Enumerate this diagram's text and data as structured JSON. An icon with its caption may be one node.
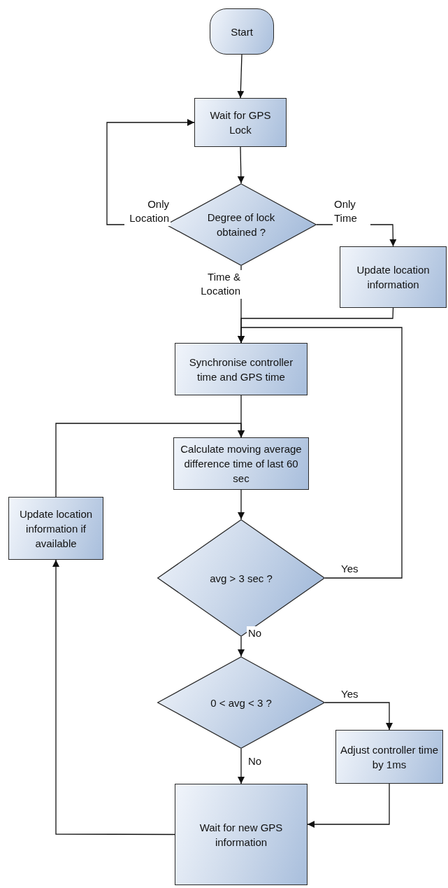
{
  "diagram": {
    "nodes": [
      {
        "text": [
          "Start"
        ]
      },
      {
        "text": [
          "Wait for GPS Lock"
        ]
      },
      {
        "text": [
          "Degree of lock obtained ?"
        ]
      },
      {
        "text": [
          "Update location information"
        ]
      },
      {
        "text": [
          "Synchronise controller time and GPS time"
        ]
      },
      {
        "text": [
          "Calculate moving average difference time of last 60 sec"
        ]
      },
      {
        "text": [
          "avg > 3 sec ?"
        ]
      },
      {
        "text": [
          "0 < avg < 3 ?"
        ]
      },
      {
        "text": [
          "Adjust controller time by 1ms"
        ]
      },
      {
        "text": [
          "Wait for new GPS information"
        ]
      },
      {
        "text": [
          "Update location information if available"
        ]
      }
    ],
    "edges": [
      {
        "from": 0,
        "to": 1,
        "arrow": "to"
      },
      {
        "from": 1,
        "to": 2,
        "arrow": "to"
      },
      {
        "from": 2,
        "to": 1,
        "arrow": "to",
        "label": "Only Location"
      },
      {
        "from": 2,
        "to": 3,
        "arrow": "to",
        "label": "Only Time"
      },
      {
        "from": 2,
        "to": 4,
        "arrow": "to",
        "label": "Time & Location"
      },
      {
        "from": 3,
        "to": 4,
        "arrow": "to"
      },
      {
        "from": 6,
        "to": 4,
        "arrow": "to",
        "label": "Yes"
      },
      {
        "from": 4,
        "to": 5,
        "arrow": "to"
      },
      {
        "from": 10,
        "to": 5,
        "arrow": "to"
      },
      {
        "from": 5,
        "to": 6,
        "arrow": "to"
      },
      {
        "from": 6,
        "to": 7,
        "arrow": "to",
        "label": "No"
      },
      {
        "from": 7,
        "to": 8,
        "arrow": "to",
        "label": "Yes"
      },
      {
        "from": 7,
        "to": 9,
        "arrow": "to",
        "label": "No"
      },
      {
        "from": 8,
        "to": 9,
        "arrow": "to"
      },
      {
        "from": 9,
        "to": 10,
        "arrow": "to"
      }
    ]
  }
}
